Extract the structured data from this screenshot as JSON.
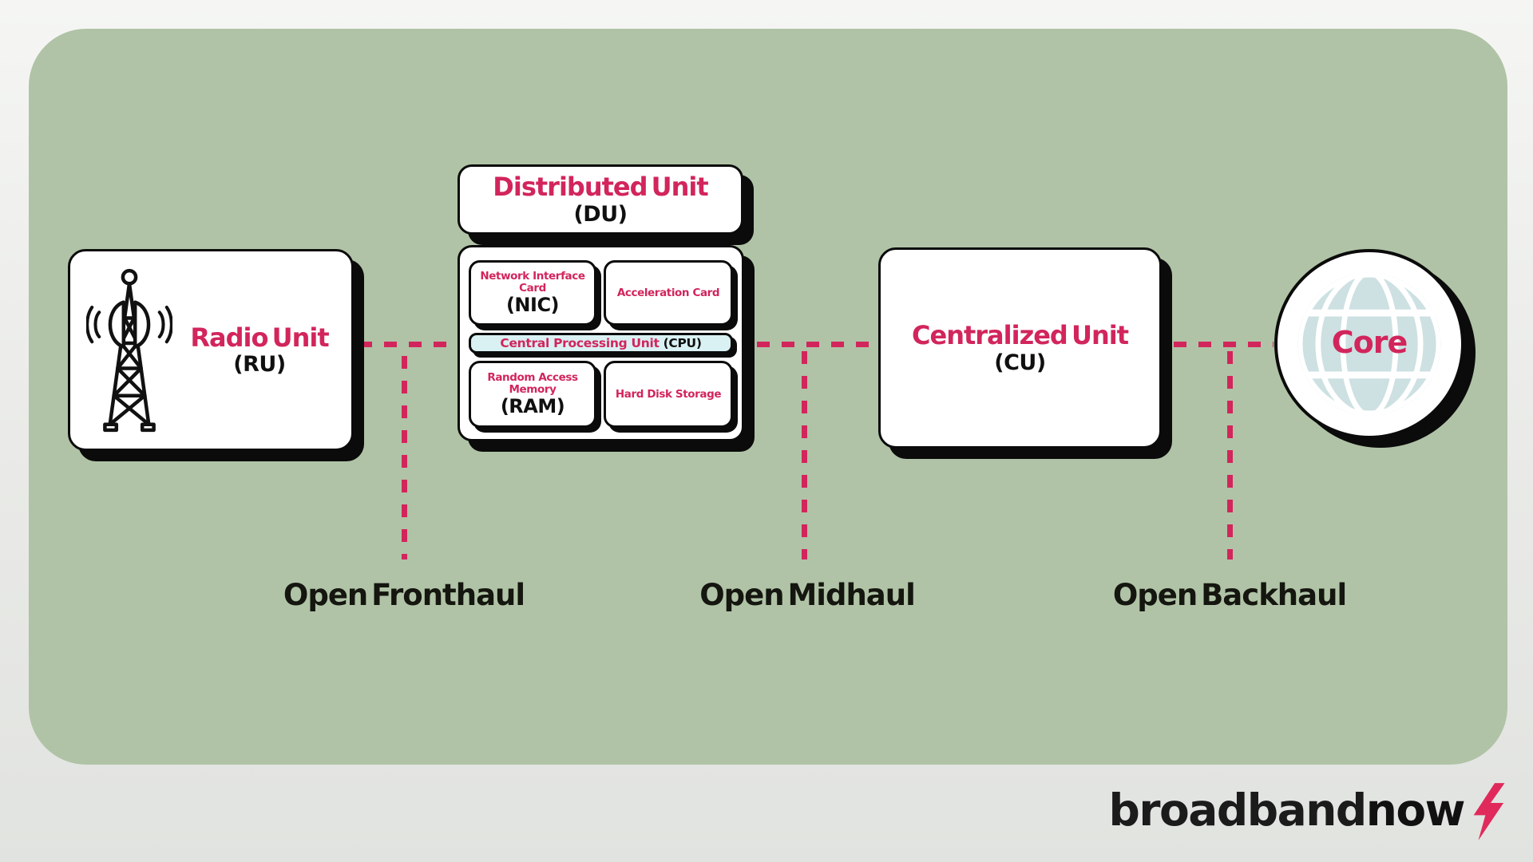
{
  "palette": {
    "background": "#e9eae7",
    "panel_green": "#b0c3a6",
    "accent_pink": "#d2255c",
    "ink_black": "#0b0b0b",
    "cpu_fill": "#d9f1f3",
    "globe_fill": "#cde0e2",
    "card_white": "#ffffff"
  },
  "nodes": {
    "radio_unit": {
      "title": "Radio Unit",
      "subtitle": "(RU)",
      "icon": "radio-tower-icon"
    },
    "distributed_unit": {
      "title": "Distributed Unit",
      "subtitle": "(DU)",
      "components": {
        "nic": {
          "label": "Network Interface Card",
          "abbr": "(NIC)"
        },
        "acceleration": {
          "label": "Acceleration Card"
        },
        "cpu": {
          "label": "Central Processing Unit",
          "abbr": "(CPU)"
        },
        "ram": {
          "label": "Random Access Memory",
          "abbr": "(RAM)"
        },
        "hdd": {
          "label": "Hard Disk Storage"
        }
      }
    },
    "centralized_unit": {
      "title": "Centralized Unit",
      "subtitle": "(CU)"
    },
    "core": {
      "title": "Core",
      "icon": "globe-icon"
    }
  },
  "links": {
    "fronthaul": "Open Fronthaul",
    "midhaul": "Open Midhaul",
    "backhaul": "Open Backhaul"
  },
  "branding": {
    "wordmark_regular": "broadband",
    "wordmark_bold": "now",
    "logo_icon": "lightning-bolt-icon"
  }
}
